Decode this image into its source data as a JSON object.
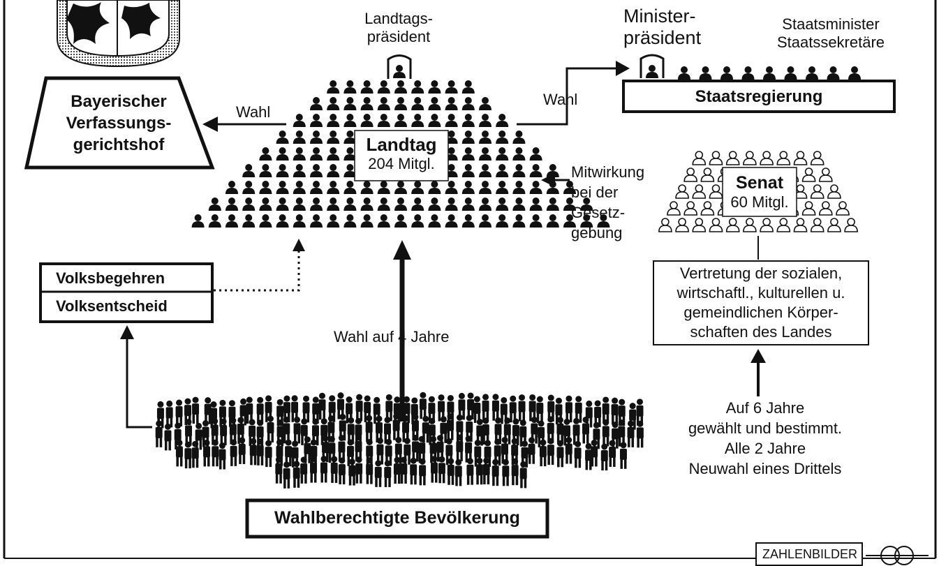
{
  "landtagspraesident": {
    "line1": "Landtags-",
    "line2": "präsident"
  },
  "ministerpraesident": {
    "line1": "Minister-",
    "line2": "präsident"
  },
  "staatsminister": {
    "line1": "Staatsminister",
    "line2": "Staatssekretäre"
  },
  "staatsregierung": {
    "label": "Staatsregierung"
  },
  "verfassungsgerichtshof": {
    "line1": "Bayerischer",
    "line2": "Verfassungs-",
    "line3": "gerichtshof"
  },
  "wahl_left": "Wahl",
  "wahl_right": "Wahl",
  "landtag": {
    "title": "Landtag",
    "members": "204 Mitgl."
  },
  "mitwirkung": {
    "line1": "Mitwirkung",
    "line2": "bei der",
    "line3": "Gesetz-",
    "line4": "gebung"
  },
  "senat": {
    "title": "Senat",
    "members": "60 Mitgl."
  },
  "vertretung": {
    "line1": "Vertretung der sozialen,",
    "line2": "wirtschaftl., kulturellen u.",
    "line3": "gemeindlichen Körper-",
    "line4": "schaften des Landes"
  },
  "volksbegehren": "Volksbegehren",
  "volksentscheid": "Volksentscheid",
  "wahl_4_jahre": "Wahl auf 4 Jahre",
  "senat_wahl": {
    "line1": "Auf 6 Jahre",
    "line2": "gewählt und bestimmt.",
    "line3": "Alle 2 Jahre",
    "line4": "Neuwahl eines Drittels"
  },
  "bevoelkerung": "Wahlberechtigte Bevölkerung",
  "footer_logo": "ZAHLENBILDER",
  "colors": {
    "ink": "#111111",
    "paper": "#ffffff"
  }
}
